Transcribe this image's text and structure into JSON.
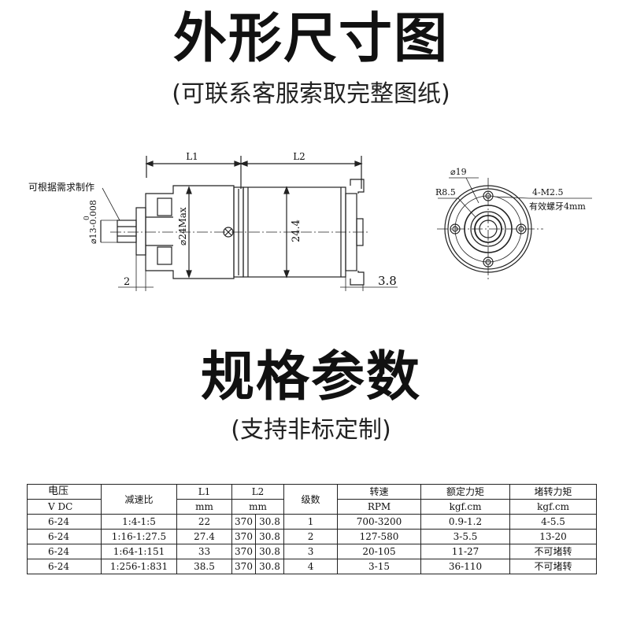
{
  "section1": {
    "title": "外形尺寸图",
    "subtitle": "(可联系客服索取完整图纸)"
  },
  "drawing": {
    "label_l1": "L1",
    "label_l2": "L2",
    "note_custom": "可根据需求制作",
    "shaft_dia": "⌀13-0.008",
    "shaft_tol": "0",
    "gear_dia": "⌀24Max",
    "motor_dia": "24.4",
    "dim_2": "2",
    "dim_38": "3.8",
    "dia_19": "⌀19",
    "radius": "R8.5",
    "holes": "4-M2.5",
    "thread": "有效螺牙4mm"
  },
  "section2": {
    "title": "规格参数",
    "subtitle": "(支持非标定制)"
  },
  "table": {
    "h_voltage": "电压",
    "h_voltage_unit": "V DC",
    "h_ratio": "减速比",
    "h_l1": "L1",
    "h_l1_unit": "mm",
    "h_l2": "L2",
    "h_l2_unit": "mm",
    "h_stage": "级数",
    "h_speed": "转速",
    "h_speed_unit": "RPM",
    "h_rated": "额定力矩",
    "h_rated_unit": "kgf.cm",
    "h_stall": "堵转力矩",
    "h_stall_unit": "kgf.cm",
    "rows": [
      {
        "voltage": "6-24",
        "ratio": "1:4-1:5",
        "l1": "22",
        "l2a": "370",
        "l2b": "30.8",
        "stage": "1",
        "speed": "700-3200",
        "rated": "0.9-1.2",
        "stall": "4-5.5"
      },
      {
        "voltage": "6-24",
        "ratio": "1:16-1:27.5",
        "l1": "27.4",
        "l2a": "370",
        "l2b": "30.8",
        "stage": "2",
        "speed": "127-580",
        "rated": "3-5.5",
        "stall": "13-20"
      },
      {
        "voltage": "6-24",
        "ratio": "1:64-1:151",
        "l1": "33",
        "l2a": "370",
        "l2b": "30.8",
        "stage": "3",
        "speed": "20-105",
        "rated": "11-27",
        "stall": "不可堵转"
      },
      {
        "voltage": "6-24",
        "ratio": "1:256-1:831",
        "l1": "38.5",
        "l2a": "370",
        "l2b": "30.8",
        "stage": "4",
        "speed": "3-15",
        "rated": "36-110",
        "stall": "不可堵转"
      }
    ]
  }
}
